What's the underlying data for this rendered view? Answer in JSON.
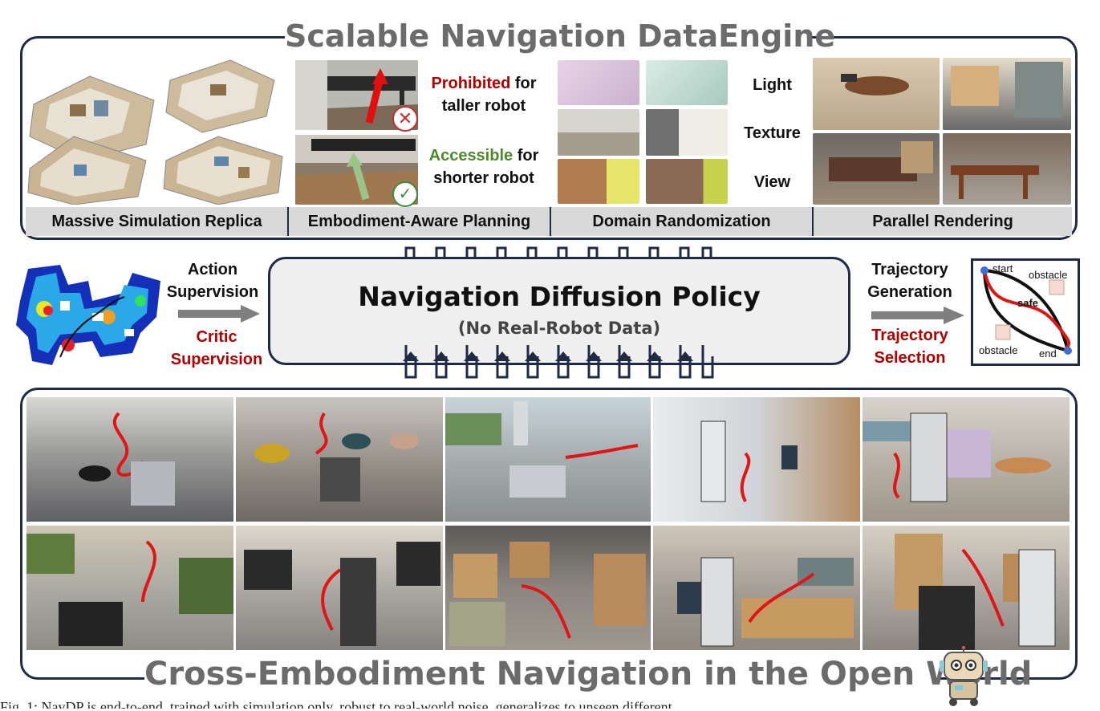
{
  "top": {
    "title": "Scalable Navigation DataEngine",
    "sections": [
      "Massive Simulation Replica",
      "Embodiment-Aware Planning",
      "Domain Randomization",
      "Parallel Rendering"
    ],
    "embodiment": {
      "prohibited_word": "Prohibited",
      "prohibited_rest": " for",
      "prohibited_line2": "taller robot",
      "accessible_word": "Accessible",
      "accessible_rest": " for",
      "accessible_line2": "shorter robot"
    },
    "randomization": [
      "Light",
      "Texture",
      "View"
    ]
  },
  "middle": {
    "policy_title": "Navigation Diffusion Policy",
    "policy_sub": "(No Real-Robot Data)",
    "action_sup_1": "Action",
    "action_sup_2": "Supervision",
    "critic_sup_1": "Critic",
    "critic_sup_2": "Supervision",
    "traj_gen_1": "Trajectory",
    "traj_gen_2": "Generation",
    "traj_sel_1": "Trajectory",
    "traj_sel_2": "Selection",
    "diagram": {
      "start": "start",
      "end": "end",
      "obstacle": "obstacle",
      "safe": "safe"
    }
  },
  "bottom": {
    "title": "Cross-Embodiment Navigation in the Open World"
  },
  "caption_partial": "Fig. 1: NavDP is end-to-end, trained with simulation only, robust to real-world noise, generalizes to unseen different"
}
